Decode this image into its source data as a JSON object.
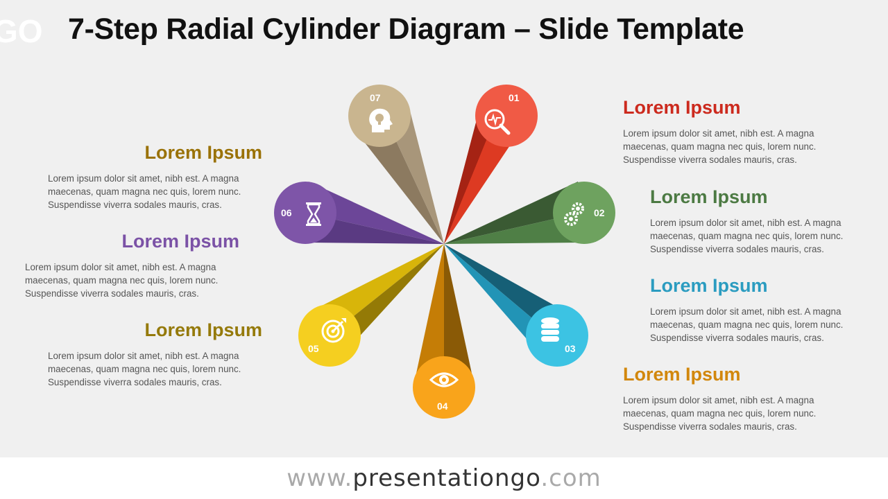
{
  "title": "7-Step Radial Cylinder Diagram – Slide Template",
  "logo_fragment": "GO",
  "footer": {
    "prefix": "www.",
    "brand": "presentationgo",
    "suffix": ".com"
  },
  "steps": [
    {
      "num": "01",
      "heading": "Lorem Ipsum",
      "text": "Lorem ipsum dolor sit amet, nibh est. A magna maecenas, quam magna nec quis, lorem nunc. Suspendisse viverra sodales mauris, cras.",
      "color": "#cc2a1e",
      "icon": "magnifier-pulse-icon"
    },
    {
      "num": "02",
      "heading": "Lorem Ipsum",
      "text": "Lorem ipsum dolor sit amet, nibh est. A magna maecenas, quam magna nec quis, lorem nunc. Suspendisse viverra sodales mauris, cras.",
      "color": "#4c7a43",
      "icon": "gears-icon"
    },
    {
      "num": "03",
      "heading": "Lorem Ipsum",
      "text": "Lorem ipsum dolor sit amet, nibh est. A magna maecenas, quam magna nec quis, lorem nunc. Suspendisse viverra sodales mauris, cras.",
      "color": "#2b9cc0",
      "icon": "database-icon"
    },
    {
      "num": "04",
      "heading": "Lorem Ipsum",
      "text": "Lorem ipsum dolor sit amet, nibh est. A magna maecenas, quam magna nec quis, lorem nunc. Suspendisse viverra sodales mauris, cras.",
      "color": "#d2870c",
      "icon": "eye-icon"
    },
    {
      "num": "05",
      "heading": "Lorem Ipsum",
      "text": "Lorem ipsum dolor sit amet, nibh est. A magna maecenas, quam magna nec quis, lorem nunc. Suspendisse viverra sodales mauris, cras.",
      "color": "#957a0b",
      "icon": "target-icon"
    },
    {
      "num": "06",
      "heading": "Lorem Ipsum",
      "text": "Lorem ipsum dolor sit amet, nibh est. A magna maecenas, quam magna nec quis, lorem nunc. Suspendisse viverra sodales mauris, cras.",
      "color": "#7b52a6",
      "icon": "hourglass-icon"
    },
    {
      "num": "07",
      "heading": "Lorem Ipsum",
      "text": "Lorem ipsum dolor sit amet, nibh est. A magna maecenas, quam magna nec quis, lorem nunc. Suspendisse viverra sodales mauris, cras.",
      "color": "#9a7b1e",
      "icon": "head-lightbulb-icon"
    }
  ],
  "left_headings": [
    {
      "heading": "Lorem Ipsum",
      "text": "Lorem ipsum dolor sit amet, nibh est. A magna maecenas, quam magna nec quis, lorem nunc. Suspendisse viverra sodales mauris, cras.",
      "color": "#9a7208"
    },
    {
      "heading": "Lorem Ipsum",
      "text": "Lorem ipsum dolor sit amet, nibh est. A magna maecenas, quam magna nec quis, lorem nunc. Suspendisse viverra sodales mauris, cras.",
      "color": "#7b52a6"
    },
    {
      "heading": "Lorem Ipsum",
      "text": "Lorem ipsum dolor sit amet, nibh est. A magna maecenas, quam magna nec quis, lorem nunc. Suspendisse viverra sodales mauris, cras.",
      "color": "#957a0b"
    }
  ]
}
